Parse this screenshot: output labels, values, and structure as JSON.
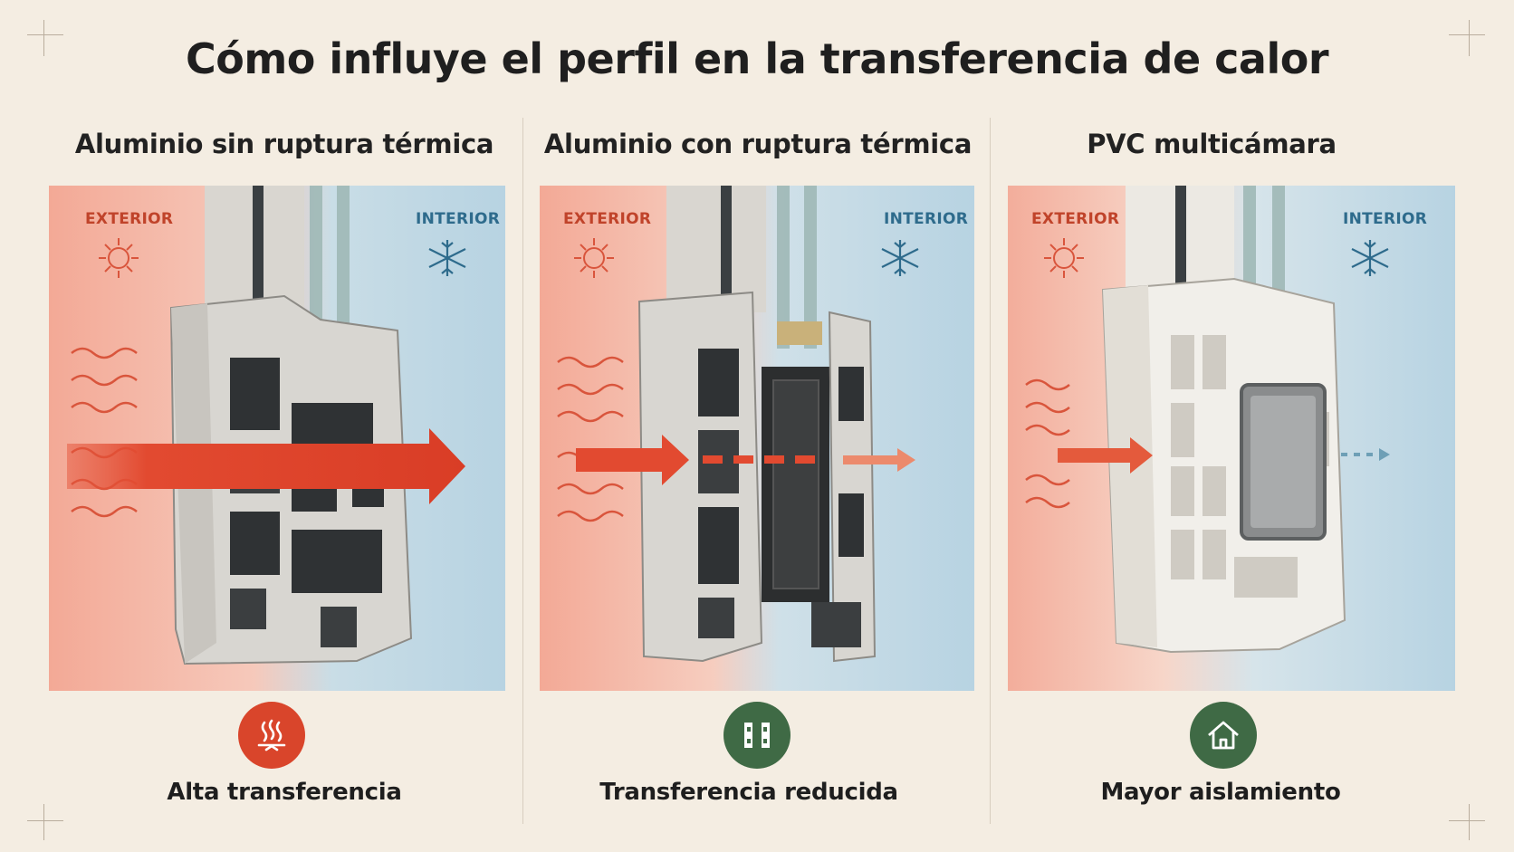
{
  "title": "Cómo influye el perfil en la transferencia de calor",
  "colors": {
    "hot": "#e3553a",
    "cold": "#b8d6e4",
    "badge_red": "#d9452b",
    "badge_green": "#3f6a45"
  },
  "panels": [
    {
      "heading": "Aluminio sin ruptura térmica",
      "exterior": "EXTERIOR",
      "interior": "INTERIOR",
      "caption": "Alta transferencia",
      "icon": "heat-transfer-icon",
      "level": "high"
    },
    {
      "heading": "Aluminio con ruptura térmica",
      "exterior": "EXTERIOR",
      "interior": "INTERIOR",
      "caption": "Transferencia reducida",
      "icon": "thermal-break-icon",
      "level": "reduced"
    },
    {
      "heading": "PVC multicámara",
      "exterior": "EXTERIOR",
      "interior": "INTERIOR",
      "caption": "Mayor aislamiento",
      "icon": "house-icon",
      "level": "low"
    }
  ]
}
